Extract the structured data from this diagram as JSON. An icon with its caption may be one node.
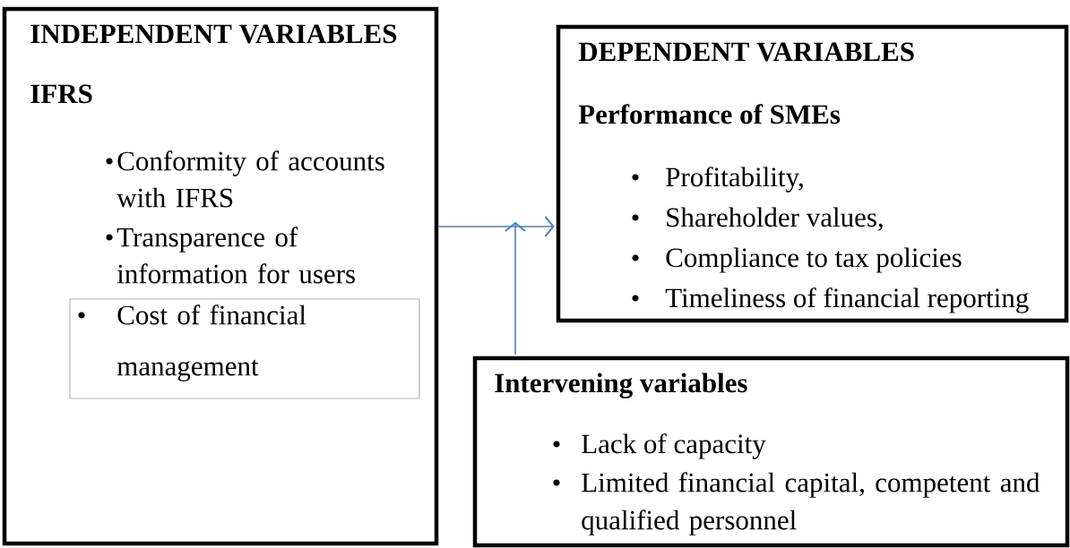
{
  "diagram": {
    "nodes": [
      {
        "text": [
          "INDEPENDENT VARIABLES",
          "IFRS",
          "Conformity of accounts with IFRS",
          "Transparence of information for users"
        ]
      },
      {
        "text": [
          "Cost of financial management"
        ],
        "in": 0
      },
      {
        "text": [
          "DEPENDENT VARIABLES",
          "Performance of SMEs",
          "Profitability,",
          "Shareholder values,",
          "Compliance to tax policies",
          "Timeliness of financial reporting"
        ]
      },
      {
        "text": [
          "Intervening variables",
          "Lack of capacity",
          "Limited financial capital, competent and qualified personnel"
        ]
      }
    ],
    "edges": [
      {
        "from": 0,
        "to": 2,
        "arrow": "to"
      },
      {
        "from": 3,
        "to": null,
        "arrow": "to"
      }
    ]
  }
}
